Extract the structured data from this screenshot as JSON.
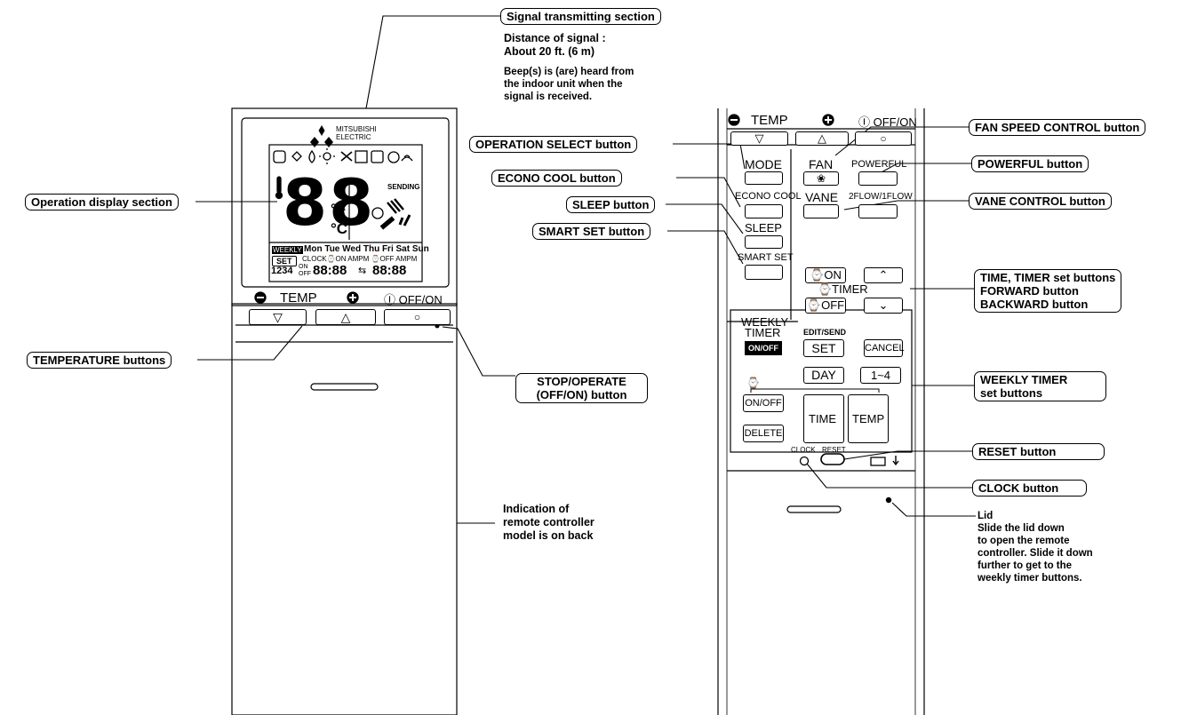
{
  "brand": {
    "line1": "MITSUBISHI",
    "line2": "ELECTRIC"
  },
  "labels": {
    "signal": "Signal transmitting section",
    "operation_display": "Operation display section",
    "temperature": "TEMPERATURE buttons",
    "stop_operate_1": "STOP/OPERATE",
    "stop_operate_2": "(OFF/ON) button",
    "operation_select": "OPERATION SELECT button",
    "econo_cool": "ECONO COOL button",
    "sleep": "SLEEP button",
    "smart_set": "SMART SET button",
    "fan_speed": "FAN SPEED CONTROL button",
    "powerful": "POWERFUL button",
    "vane_control": "VANE CONTROL button",
    "timer_1": "TIME, TIMER set buttons",
    "timer_2": "FORWARD button",
    "timer_3": "BACKWARD button",
    "weekly_1": "WEEKLY TIMER",
    "weekly_2": "set buttons",
    "reset": "RESET button",
    "clock": "CLOCK button"
  },
  "notes": {
    "signal_dist_1": "Distance of signal :",
    "signal_dist_2": "About 20 ft. (6 m)",
    "beep_1": "Beep(s) is (are) heard from",
    "beep_2": "the indoor unit when the",
    "beep_3": "signal is received.",
    "indication_1": "Indication of",
    "indication_2": "remote controller",
    "indication_3": "model is on back",
    "lid_title": "Lid",
    "lid_1": "Slide the lid down",
    "lid_2": "to open the remote",
    "lid_3": "controller. Slide it down",
    "lid_4": "further to get to the",
    "lid_5": "weekly timer buttons."
  },
  "display": {
    "digits": "88",
    "deg_f": "°F",
    "deg_c": "°C",
    "sending": "SENDING",
    "days": "Mon Tue Wed Thu Fri Sat Sun",
    "weekly_badge": "WEEKLY",
    "set_badge": "SET",
    "clock_row": "CLOCK⌚ON  AMPM  ⌚OFF AMPM",
    "slots": "1234",
    "on_small": "ON",
    "off_small": "OFF",
    "time1": "88:88",
    "arrow": "⇆",
    "time2": "88:88"
  },
  "left_remote": {
    "temp": "TEMP",
    "offon": "Ⓘ OFF/ON",
    "up": "△",
    "down": "▽",
    "power": "○"
  },
  "right_remote": {
    "temp": "TEMP",
    "offon": "Ⓘ OFF/ON",
    "mode": "MODE",
    "fan": "FAN",
    "powerful": "POWERFUL",
    "econo_cool": "ECONO COOL",
    "vane": "VANE",
    "flow": "2FLOW/1FLOW",
    "sleep": "SLEEP",
    "smart_set": "SMART SET",
    "on": "⌚ON",
    "timer": "⌚TIMER",
    "off": "⌚OFF",
    "weekly": "WEEKLY",
    "timer_word": "TIMER",
    "on_off_badge": "ON/OFF",
    "edit_send": "EDIT/SEND",
    "set": "SET",
    "cancel": "CANCEL",
    "day": "DAY",
    "range": "1~4",
    "on_off": "ON/OFF",
    "delete": "DELETE",
    "time": "TIME",
    "temp_btn": "TEMP",
    "clock": "CLOCK",
    "reset": "RESET",
    "clock_icon": "⌚"
  }
}
